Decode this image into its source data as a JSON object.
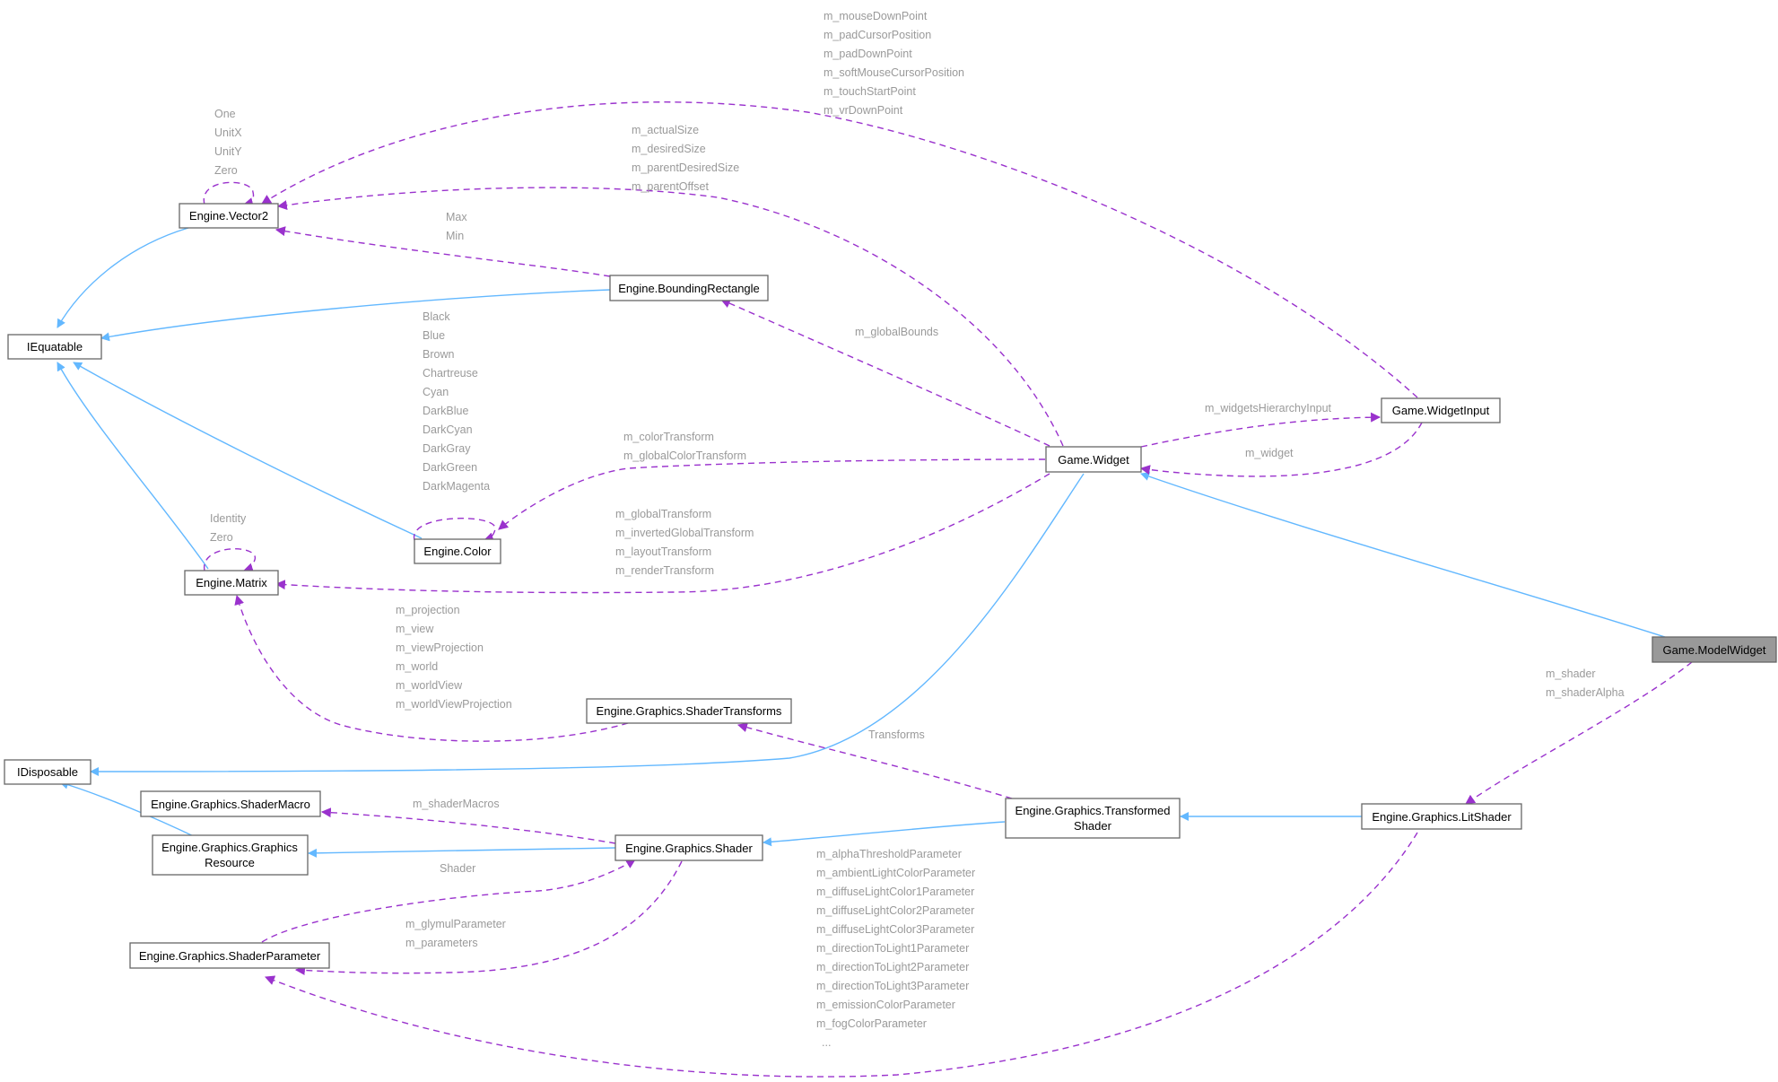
{
  "colors": {
    "inheritance": "#63b8ff",
    "usage": "#9a32cd",
    "label": "#9a9a9a",
    "node_border": "#666666",
    "highlight_fill": "#999999"
  },
  "nodes": {
    "vector2": "Engine.Vector2",
    "iequatable": "IEquatable",
    "bounding_rectangle": "Engine.BoundingRectangle",
    "color": "Engine.Color",
    "matrix": "Engine.Matrix",
    "widget": "Game.Widget",
    "widget_input": "Game.WidgetInput",
    "model_widget": "Game.ModelWidget",
    "shader_transforms": "Engine.Graphics.ShaderTransforms",
    "idisposable": "IDisposable",
    "shader_macro": "Engine.Graphics.ShaderMacro",
    "graphics_resource_1": "Engine.Graphics.Graphics",
    "graphics_resource_2": "Resource",
    "shader": "Engine.Graphics.Shader",
    "transformed_shader_1": "Engine.Graphics.Transformed",
    "transformed_shader_2": "Shader",
    "lit_shader": "Engine.Graphics.LitShader",
    "shader_parameter": "Engine.Graphics.ShaderParameter"
  },
  "edge_labels": {
    "widget_input_to_vector2": [
      "m_mouseDownPoint",
      "m_padCursorPosition",
      "m_padDownPoint",
      "m_softMouseCursorPosition",
      "m_touchStartPoint",
      "m_vrDownPoint"
    ],
    "vector2_self": [
      "One",
      "UnitX",
      "UnitY",
      "Zero"
    ],
    "widget_to_vector2": [
      "m_actualSize",
      "m_desiredSize",
      "m_parentDesiredSize",
      "m_parentOffset"
    ],
    "bounding_to_vector2": [
      "Max",
      "Min"
    ],
    "color_self": [
      "Black",
      "Blue",
      "Brown",
      "Chartreuse",
      "Cyan",
      "DarkBlue",
      "DarkCyan",
      "DarkGray",
      "DarkGreen",
      "DarkMagenta"
    ],
    "widget_to_bounding": [
      "m_globalBounds"
    ],
    "widget_to_widget_input": [
      "m_widgetsHierarchyInput"
    ],
    "widget_input_to_widget": [
      "m_widget"
    ],
    "widget_to_color": [
      "m_colorTransform",
      "m_globalColorTransform"
    ],
    "matrix_self": [
      "Identity",
      "Zero"
    ],
    "widget_to_matrix": [
      "m_globalTransform",
      "m_invertedGlobalTransform",
      "m_layoutTransform",
      "m_renderTransform"
    ],
    "shader_transforms_to_matrix": [
      "m_projection",
      "m_view",
      "m_viewProjection",
      "m_world",
      "m_worldView",
      "m_worldViewProjection"
    ],
    "model_widget_to_lit_shader": [
      "m_shader",
      "m_shaderAlpha"
    ],
    "transformed_to_shader_transforms": [
      "Transforms"
    ],
    "shader_to_macro": [
      "m_shaderMacros"
    ],
    "parameter_to_shader": [
      "Shader"
    ],
    "shader_to_parameter": [
      "m_glymulParameter",
      "m_parameters"
    ],
    "lit_shader_to_parameter": [
      "m_alphaThresholdParameter",
      "m_ambientLightColorParameter",
      "m_diffuseLightColor1Parameter",
      "m_diffuseLightColor2Parameter",
      "m_diffuseLightColor3Parameter",
      "m_directionToLight1Parameter",
      "m_directionToLight2Parameter",
      "m_directionToLight3Parameter",
      "m_emissionColorParameter",
      "m_fogColorParameter",
      "..."
    ]
  }
}
